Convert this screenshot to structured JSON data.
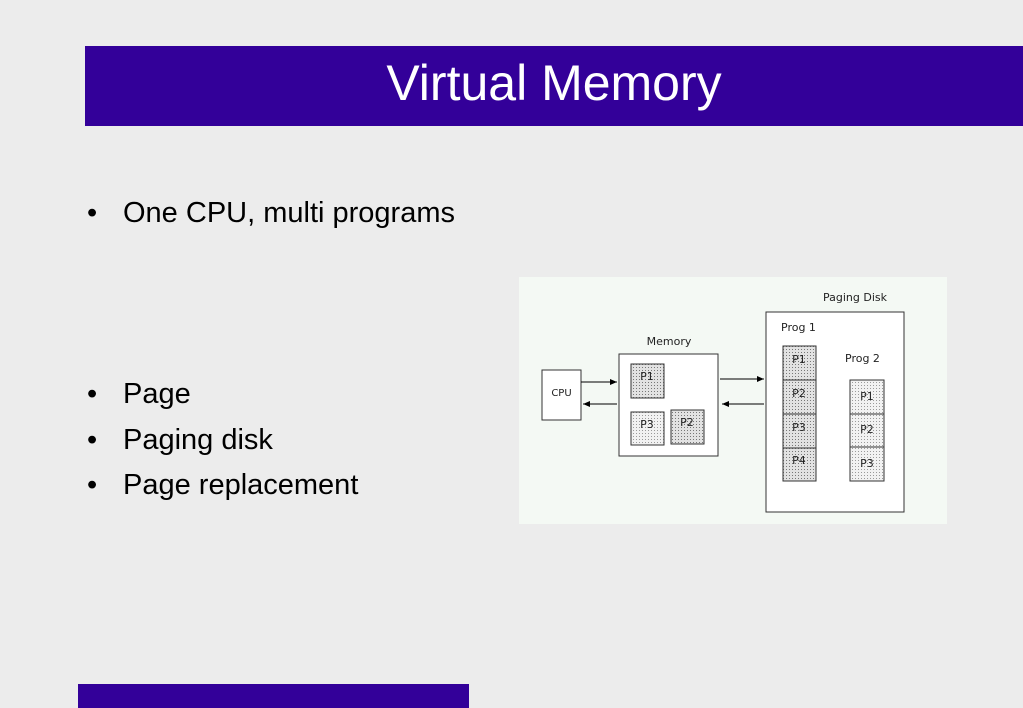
{
  "slide": {
    "title": "Virtual Memory",
    "bullets": [
      {
        "marker": "•",
        "text": "One CPU, multi programs"
      },
      {
        "marker": "•",
        "text": "Page"
      },
      {
        "marker": "•",
        "text": "Paging disk"
      },
      {
        "marker": "•",
        "text": "Page replacement"
      }
    ]
  },
  "diagram": {
    "cpu_label": "CPU",
    "memory_label": "Memory",
    "memory_pages": [
      "P1",
      "P3",
      "P2"
    ],
    "paging_disk_label": "Paging Disk",
    "prog1_label": "Prog 1",
    "prog1_pages": [
      "P1",
      "P2",
      "P3",
      "P4"
    ],
    "prog2_label": "Prog 2",
    "prog2_pages": [
      "P1",
      "P2",
      "P3"
    ]
  },
  "colors": {
    "accent": "#330099",
    "background": "#ececec",
    "diagram_background": "#f4f9f4"
  }
}
